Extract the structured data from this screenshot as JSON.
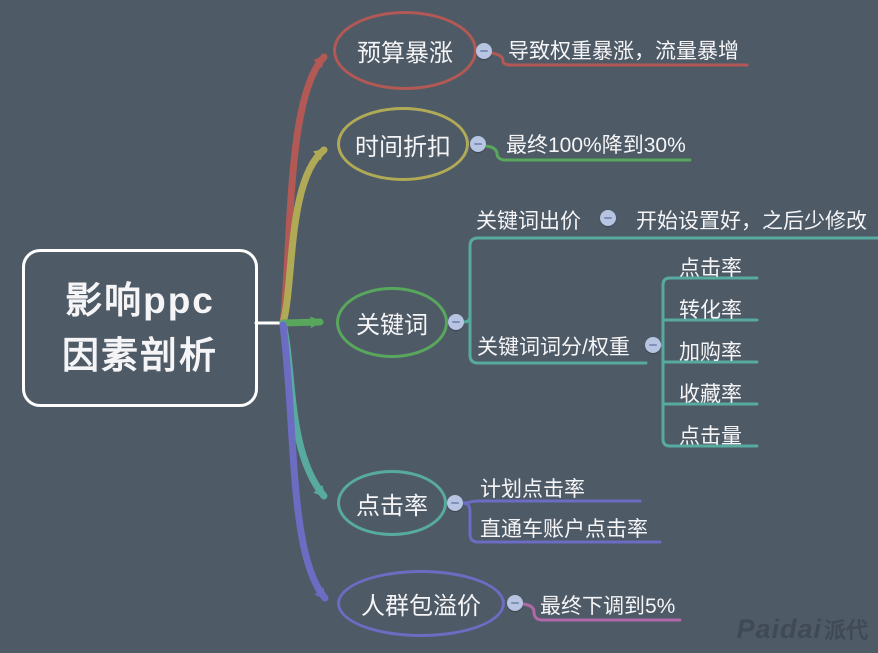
{
  "colors": {
    "bg": "#4e5a66",
    "text": "#f5f5f7",
    "white": "#ffffff",
    "red": "#b25955",
    "yellow": "#b0aa57",
    "green": "#58a75c",
    "teal": "#58aaa0",
    "purple": "#6b6cc2",
    "magenta": "#b168a8",
    "collapse_bg": "#b7c4e2",
    "collapse_glyph": "#7e90b8",
    "watermark": "#333d49"
  },
  "root": {
    "line1": "影响ppc",
    "line2": "因素剖析"
  },
  "branches": [
    {
      "label": "预算暴涨",
      "note": "导致权重暴涨，流量暴增"
    },
    {
      "label": "时间折扣",
      "note": "最终100%降到30%"
    },
    {
      "label": "关键词",
      "sub": [
        {
          "label": "关键词出价",
          "note": "开始设置好，之后少修改"
        },
        {
          "label": "关键词词分/权重",
          "items": [
            "点击率",
            "转化率",
            "加购率",
            "收藏率",
            "点击量"
          ]
        }
      ]
    },
    {
      "label": "点击率",
      "items": [
        "计划点击率",
        "直通车账户点击率"
      ]
    },
    {
      "label": "人群包溢价",
      "note": "最终下调到5%"
    }
  ],
  "icons": {
    "collapse": "minus",
    "connector_end": "arrowhead"
  },
  "watermark": {
    "latin": "Paidai",
    "cjk": "派代"
  }
}
